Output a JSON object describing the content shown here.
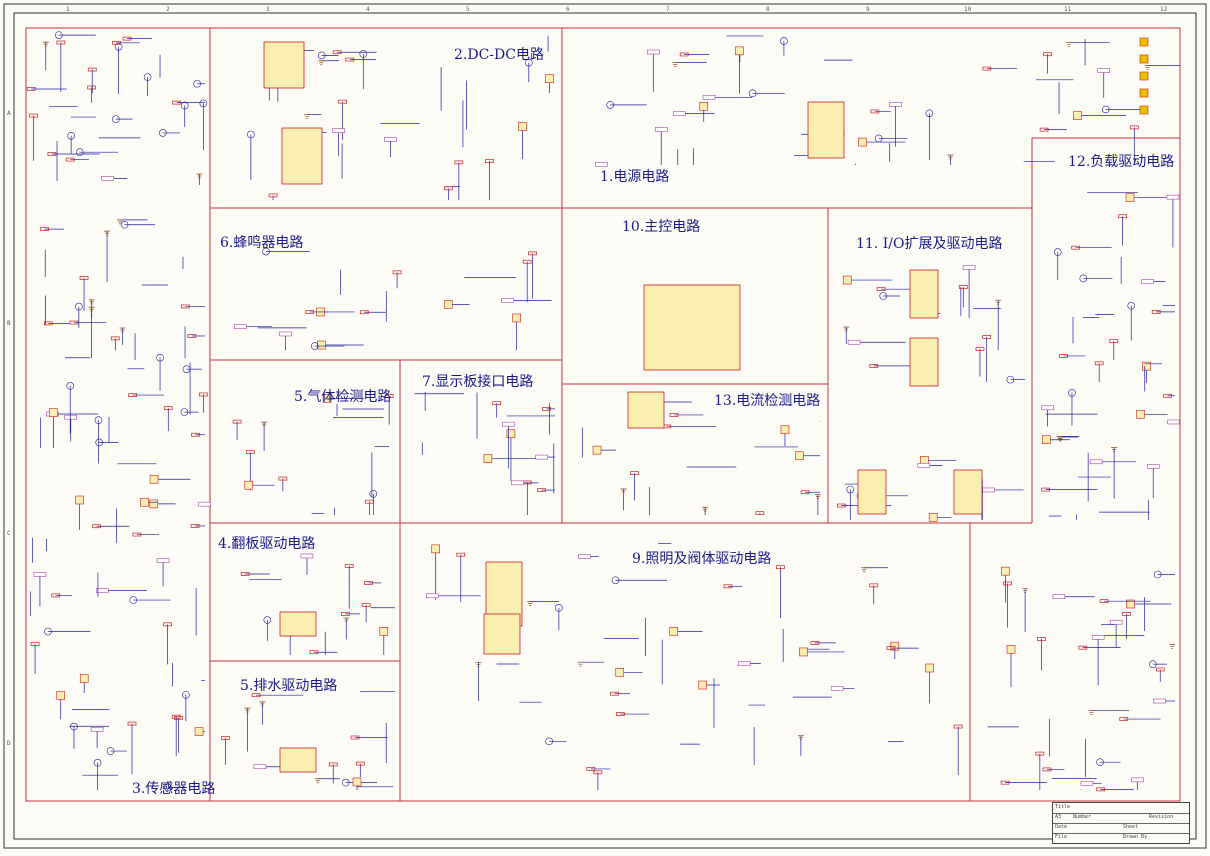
{
  "sections": [
    {
      "id": "power",
      "title": "1.电源电路"
    },
    {
      "id": "dcdc",
      "title": "2.DC-DC电路"
    },
    {
      "id": "sensor",
      "title": "3.传感器电路"
    },
    {
      "id": "flap",
      "title": "4.翻板驱动电路"
    },
    {
      "id": "gas",
      "title": "5.气体检测电路"
    },
    {
      "id": "drain",
      "title": "5.排水驱动电路"
    },
    {
      "id": "buzzer",
      "title": "6.蜂鸣器电路"
    },
    {
      "id": "display",
      "title": "7.显示板接口电路"
    },
    {
      "id": "light",
      "title": "9.照明及阀体驱动电路"
    },
    {
      "id": "mcu",
      "title": "10.主控电路"
    },
    {
      "id": "io",
      "title": "11. I/O扩展及驱动电路"
    },
    {
      "id": "load",
      "title": "12.负载驱动电路"
    },
    {
      "id": "current",
      "title": "13.电流检测电路"
    }
  ],
  "ruler": {
    "top": [
      "1",
      "2",
      "3",
      "4",
      "5",
      "6",
      "7",
      "8",
      "9",
      "10",
      "11",
      "12"
    ],
    "side": [
      "A",
      "B",
      "C",
      "D"
    ]
  },
  "title_block": {
    "title": "Title",
    "size": "A3",
    "number": "Number",
    "revision": "Revision",
    "date": "Date",
    "file": "File",
    "sheet": "Sheet",
    "drawn": "Drawn By"
  },
  "colors": {
    "frame": "#c8323c",
    "wire": "#1e1ea0",
    "component": "#c81e1e",
    "net_label": "#9b1e9b",
    "gnd": "#8b4513",
    "text": "#1a1a8a"
  }
}
